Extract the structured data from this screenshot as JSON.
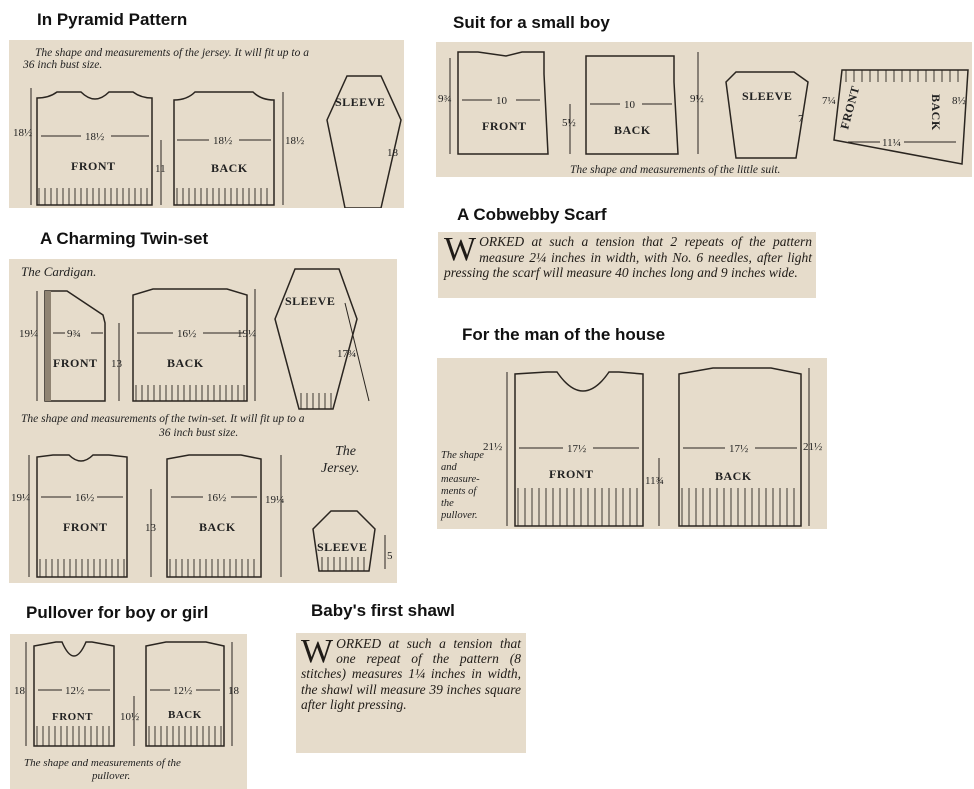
{
  "headings": {
    "pyramid": "In Pyramid Pattern",
    "boy_suit": "Suit for a small boy",
    "scarf": "A Cobwebby Scarf",
    "twinset": "A Charming Twin-set",
    "man": "For the man of the house",
    "pullover": "Pullover for boy or girl",
    "shawl": "Baby's first shawl"
  },
  "labels": {
    "front": "FRONT",
    "back": "BACK",
    "sleeve": "SLEEVE"
  },
  "pyramid": {
    "caption_1": "The shape and measurements of the jersey.  It will fit up to a",
    "caption_2": "36 inch bust size.",
    "m_total": "18½",
    "m_front_width": "18½",
    "m_side": "11",
    "m_back_width": "18½",
    "m_back_total": "18½",
    "m_sleeve": "18"
  },
  "boy_suit": {
    "m_front_total": "9¾",
    "m_front_width": "10",
    "m_side": "5½",
    "m_back_width": "10",
    "m_back_total": "9½",
    "m_sleeve": "7",
    "front_label": "FRONT",
    "back_label": "BACK",
    "m_trouser_height": "7¼",
    "m_trouser_width": "11¼",
    "m_trouser_back": "8½",
    "caption": "The shape and measurements of the little suit."
  },
  "scarf": {
    "dropcap": "W",
    "text": "ORKED at such a tension that 2 repeats of the pattern measure 2¼ inches in width, with No. 6 needles, after light pressing the scarf will measure 40 inches long and 9 inches wide."
  },
  "twinset": {
    "cardigan_title": "The Cardigan.",
    "m_card_total": "19¼",
    "m_card_front_width": "9¾",
    "m_card_side": "13",
    "m_card_back_width": "16½",
    "m_card_back_total": "19¼",
    "m_card_sleeve": "17¾",
    "caption_1": "The shape and measurements of the twin-set.  It will fit up to a",
    "caption_2": "36 inch bust size.",
    "jersey_title_1": "The",
    "jersey_title_2": "Jersey.",
    "m_jersey_total": "19¼",
    "m_jersey_front_width": "16½",
    "m_jersey_side": "13",
    "m_jersey_back_width": "16½",
    "m_jersey_back_total": "19¼",
    "m_jersey_sleeve": "5"
  },
  "man": {
    "m_total": "21½",
    "m_front_width": "17½",
    "m_side": "11¾",
    "m_back_width": "17½",
    "m_back_total": "21½",
    "caption_1": "The shape",
    "caption_2": "and",
    "caption_3": "measure-",
    "caption_4": "ments of",
    "caption_5": "the",
    "caption_6": "pullover."
  },
  "pullover": {
    "m_total": "18",
    "m_front_width": "12½",
    "m_side": "10½",
    "m_back_width": "12½",
    "m_back_total": "18",
    "caption_1": "The shape and measurements of the",
    "caption_2": "pullover."
  },
  "shawl": {
    "dropcap": "W",
    "text": "ORKED at such a tension that one repeat of the pattern (8 stitches) measures 1¼ inches in width, the shawl will measure 39 inches square after light pressing."
  }
}
